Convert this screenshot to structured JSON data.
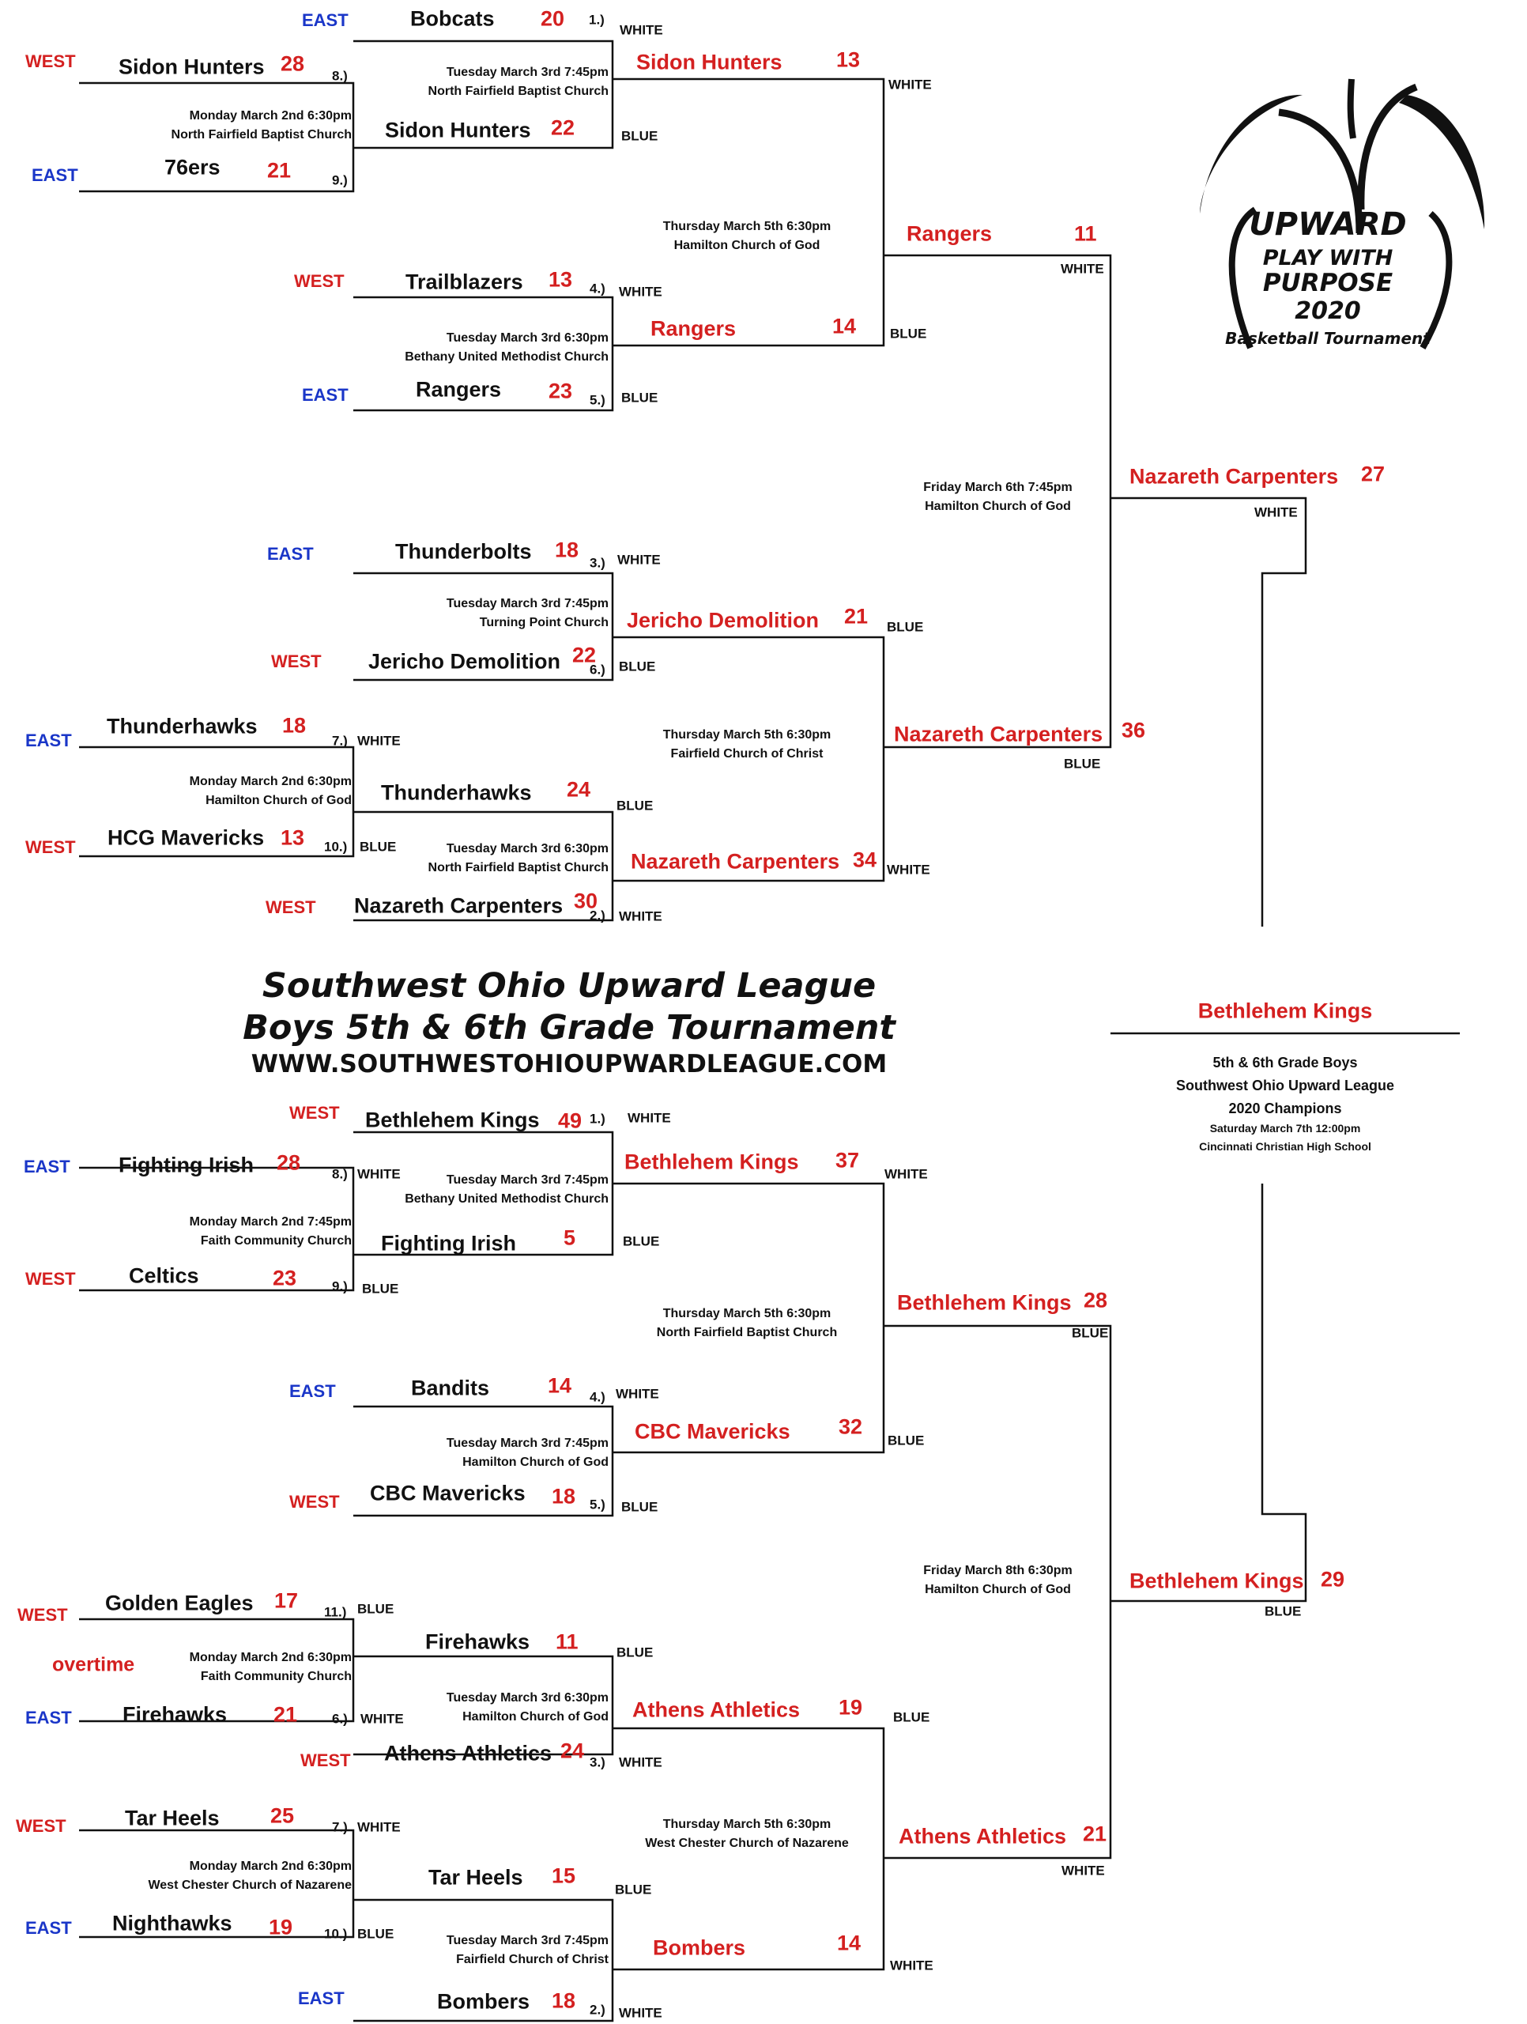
{
  "header": {
    "title": "Southwest Ohio Upward League",
    "subtitle": "Boys 5th & 6th Grade Tournament",
    "website": "WWW.SOUTHWESTOHIOUPWARDLEAGUE.COM"
  },
  "logo": {
    "brand": "UPWARD",
    "line1": "PLAY WITH",
    "line2": "PURPOSE",
    "year": "2020",
    "caption": "Basketball Tournament"
  },
  "champion": {
    "name": "Bethlehem Kings",
    "line1": "5th & 6th Grade Boys",
    "line2": "Southwest Ohio Upward League",
    "line3": "2020 Champions",
    "date": "Saturday March 7th 12:00pm",
    "venue": "Cincinnati Christian High School"
  },
  "top_bracket": {
    "r1": [
      {
        "div": "WEST",
        "team": "Sidon Hunters",
        "score": "28",
        "seed": "8.)"
      },
      {
        "div": "EAST",
        "team": "76ers",
        "score": "21",
        "seed": "9.)"
      },
      {
        "div": "EAST",
        "team": "Thunderhawks",
        "score": "18",
        "seed": "7.)",
        "color": "WHITE"
      },
      {
        "div": "WEST",
        "team": "HCG Mavericks",
        "score": "13",
        "seed": "10.)",
        "color": "BLUE"
      }
    ],
    "r1_info": [
      {
        "date": "Monday March 2nd 6:30pm",
        "venue": "North Fairfield Baptist Church"
      },
      {
        "date": "Monday March 2nd 6:30pm",
        "venue": "Hamilton Church of God"
      }
    ],
    "r2": [
      {
        "div": "EAST",
        "team": "Bobcats",
        "score": "20",
        "seed": "1.)",
        "color": "WHITE"
      },
      {
        "team": "Sidon Hunters",
        "score": "22",
        "color": "BLUE"
      },
      {
        "div": "WEST",
        "team": "Trailblazers",
        "score": "13",
        "seed": "4.)",
        "color": "WHITE"
      },
      {
        "div": "EAST",
        "team": "Rangers",
        "score": "23",
        "seed": "5.)",
        "color": "BLUE"
      },
      {
        "div": "EAST",
        "team": "Thunderbolts",
        "score": "18",
        "seed": "3.)",
        "color": "WHITE"
      },
      {
        "div": "WEST",
        "team": "Jericho Demolition",
        "score": "22",
        "seed": "6.)",
        "color": "BLUE"
      },
      {
        "team": "Thunderhawks",
        "score": "24",
        "color": "BLUE"
      },
      {
        "div": "WEST",
        "team": "Nazareth Carpenters",
        "score": "30",
        "seed": "2.)",
        "color": "WHITE"
      }
    ],
    "r2_info": [
      {
        "date": "Tuesday March 3rd 7:45pm",
        "venue": "North Fairfield Baptist Church"
      },
      {
        "date": "Tuesday March 3rd 6:30pm",
        "venue": "Bethany United Methodist Church"
      },
      {
        "date": "Tuesday March 3rd 7:45pm",
        "venue": "Turning Point Church"
      },
      {
        "date": "Tuesday March 3rd 6:30pm",
        "venue": "North Fairfield Baptist Church"
      }
    ],
    "r3": [
      {
        "team": "Sidon Hunters",
        "score": "13",
        "color": "WHITE"
      },
      {
        "team": "Rangers",
        "score": "14",
        "color": "BLUE"
      },
      {
        "team": "Jericho Demolition",
        "score": "21",
        "color": "BLUE"
      },
      {
        "team": "Nazareth Carpenters",
        "score": "34",
        "color": "WHITE"
      }
    ],
    "r3_info": [
      {
        "date": "Thursday March 5th 6:30pm",
        "venue": "Hamilton Church of God"
      },
      {
        "date": "Thursday March 5th 6:30pm",
        "venue": "Fairfield Church of Christ"
      }
    ],
    "r4": [
      {
        "team": "Rangers",
        "score": "11",
        "color": "WHITE"
      },
      {
        "team": "Nazareth Carpenters",
        "score": "36",
        "color": "BLUE"
      }
    ],
    "r4_info": {
      "date": "Friday March 6th 7:45pm",
      "venue": "Hamilton Church of God"
    },
    "final": {
      "team": "Nazareth Carpenters",
      "score": "27",
      "color": "WHITE"
    }
  },
  "bottom_bracket": {
    "r1": [
      {
        "div": "EAST",
        "team": "Fighting Irish",
        "score": "28",
        "seed": "8.)",
        "color": "WHITE"
      },
      {
        "div": "WEST",
        "team": "Celtics",
        "score": "23",
        "seed": "9.)",
        "color": "BLUE"
      },
      {
        "div": "WEST",
        "team": "Golden Eagles",
        "score": "17",
        "seed": "11.)",
        "color": "BLUE"
      },
      {
        "div": "EAST",
        "team": "Firehawks",
        "score": "21",
        "seed": "6.)",
        "color": "WHITE"
      },
      {
        "div": "WEST",
        "team": "Tar Heels",
        "score": "25",
        "seed": "7.)",
        "color": "WHITE"
      },
      {
        "div": "EAST",
        "team": "Nighthawks",
        "score": "19",
        "seed": "10.)",
        "color": "BLUE"
      }
    ],
    "r1_info": [
      {
        "date": "Monday March 2nd 7:45pm",
        "venue": "Faith Community Church"
      },
      {
        "date": "Monday March 2nd 6:30pm",
        "venue": "Faith Community Church"
      },
      {
        "date": "Monday March 2nd 6:30pm",
        "venue": "West Chester Church of Nazarene"
      }
    ],
    "overtime": "overtime",
    "r2": [
      {
        "div": "WEST",
        "team": "Bethlehem Kings",
        "score": "49",
        "seed": "1.)",
        "color": "WHITE"
      },
      {
        "team": "Fighting Irish",
        "score": "5",
        "color": "BLUE"
      },
      {
        "div": "EAST",
        "team": "Bandits",
        "score": "14",
        "seed": "4.)",
        "color": "WHITE"
      },
      {
        "div": "WEST",
        "team": "CBC Mavericks",
        "score": "18",
        "seed": "5.)",
        "color": "BLUE"
      },
      {
        "team": "Firehawks",
        "score": "11",
        "color": "BLUE"
      },
      {
        "div": "WEST",
        "team": "Athens Athletics",
        "score": "24",
        "seed": "3.)",
        "color": "WHITE"
      },
      {
        "team": "Tar Heels",
        "score": "15",
        "color": "BLUE"
      },
      {
        "div": "EAST",
        "team": "Bombers",
        "score": "18",
        "seed": "2.)",
        "color": "WHITE"
      }
    ],
    "r2_info": [
      {
        "date": "Tuesday March 3rd 7:45pm",
        "venue": "Bethany United Methodist Church"
      },
      {
        "date": "Tuesday March 3rd 7:45pm",
        "venue": "Hamilton Church of God"
      },
      {
        "date": "Tuesday March 3rd 6:30pm",
        "venue": "Hamilton Church of God"
      },
      {
        "date": "Tuesday March 3rd 7:45pm",
        "venue": "Fairfield Church of Christ"
      }
    ],
    "r3": [
      {
        "team": "Bethlehem Kings",
        "score": "37",
        "color": "WHITE"
      },
      {
        "team": "CBC Mavericks",
        "score": "32",
        "color": "BLUE"
      },
      {
        "team": "Athens Athletics",
        "score": "19",
        "color": "BLUE"
      },
      {
        "team": "Bombers",
        "score": "14",
        "color": "WHITE"
      }
    ],
    "r3_info": [
      {
        "date": "Thursday March 5th 6:30pm",
        "venue": "North Fairfield Baptist Church"
      },
      {
        "date": "Thursday March 5th 6:30pm",
        "venue": "West Chester Church of Nazarene"
      }
    ],
    "r4": [
      {
        "team": "Bethlehem Kings",
        "score": "28",
        "color": "BLUE"
      },
      {
        "team": "Athens Athletics",
        "score": "21",
        "color": "WHITE"
      }
    ],
    "r4_info": {
      "date": "Friday March 8th 6:30pm",
      "venue": "Hamilton Church of God"
    },
    "final": {
      "team": "Bethlehem Kings",
      "score": "29",
      "color": "BLUE"
    }
  }
}
